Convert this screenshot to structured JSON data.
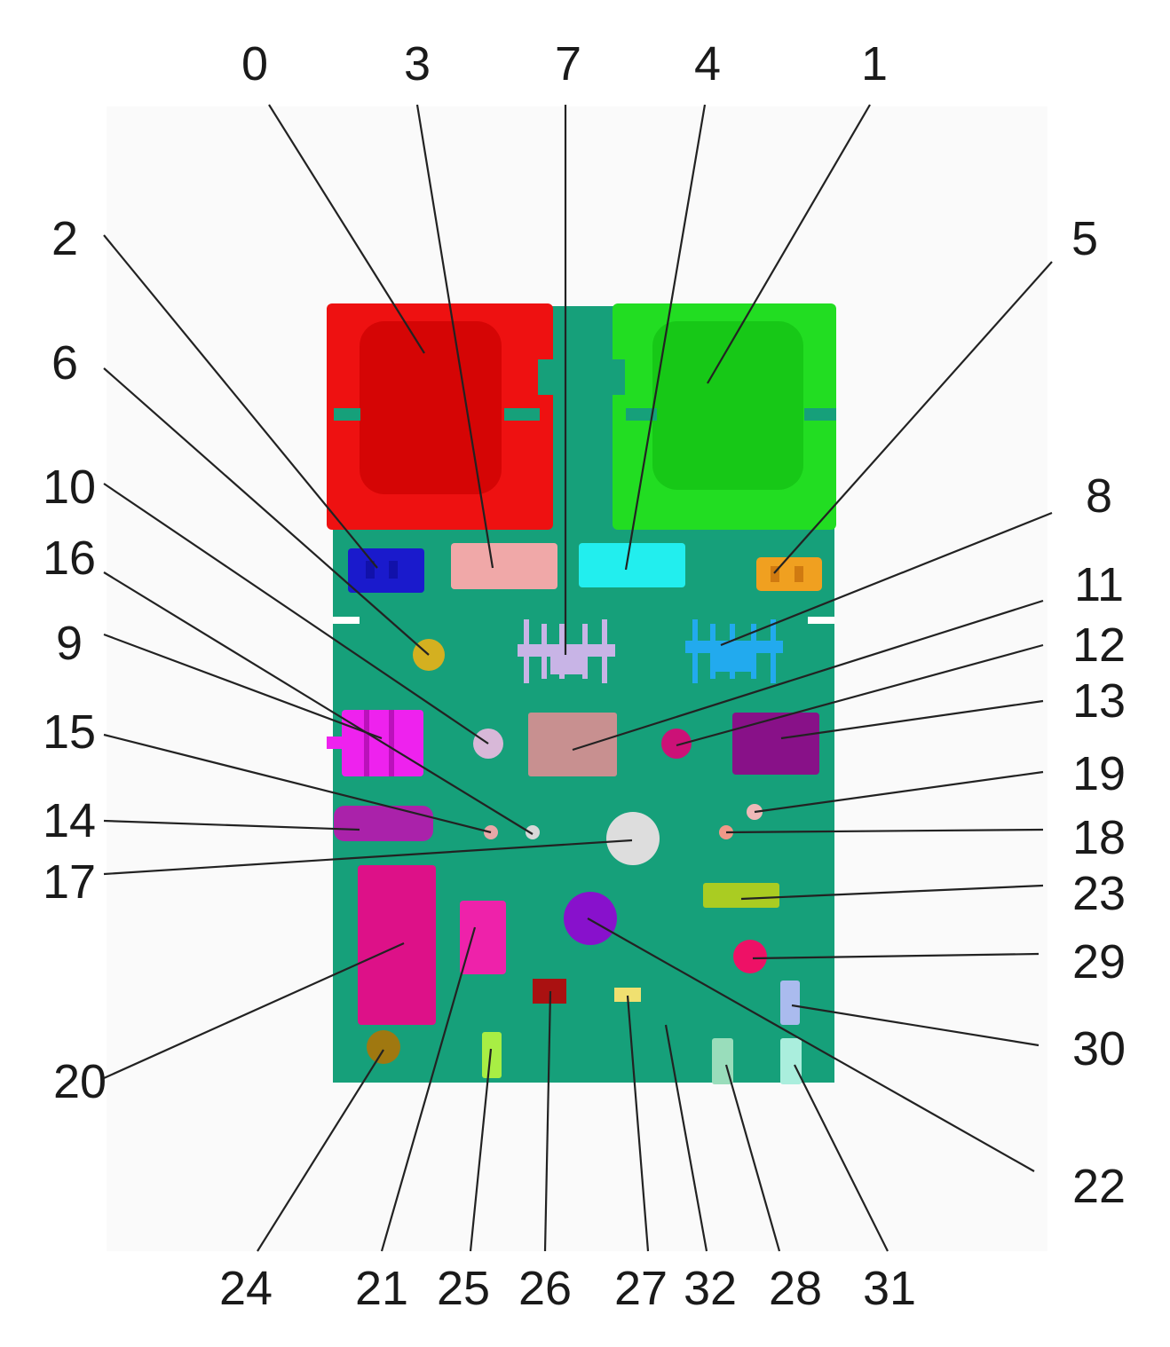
{
  "labels": {
    "c0": "0",
    "c1": "1",
    "c2": "2",
    "c3": "3",
    "c4": "4",
    "c5": "5",
    "c6": "6",
    "c7": "7",
    "c8": "8",
    "c9": "9",
    "c10": "10",
    "c11": "11",
    "c12": "12",
    "c13": "13",
    "c14": "14",
    "c15": "15",
    "c16": "16",
    "c17": "17",
    "c18": "18",
    "c19": "19",
    "c20": "20",
    "c21": "21",
    "c22": "22",
    "c23": "23",
    "c24": "24",
    "c25": "25",
    "c26": "26",
    "c27": "27",
    "c28": "28",
    "c29": "29",
    "c30": "30",
    "c31": "31",
    "c32": "32"
  },
  "colors": {
    "board": "#16a07a",
    "component_0": "#ee1111",
    "component_1": "#22dd22",
    "component_2": "#1a1acc",
    "component_3": "#f0a8a8",
    "component_4": "#22eeee",
    "component_5": "#f0a020",
    "component_6": "#d4b020",
    "component_7": "#c8b4e6",
    "component_8": "#22aaee",
    "component_9": "#d8d8d8",
    "component_10": "#d8b8d8",
    "component_11": "#c89090",
    "component_12": "#cc1177",
    "component_13": "#881188",
    "component_14": "#aa22aa",
    "component_15": "#e8a8a8",
    "component_16": "#ee22ee",
    "component_17": "#dddddd",
    "component_18": "#f09888",
    "component_19": "#f0b8b8",
    "component_20": "#dd1188",
    "component_21": "#ee22aa",
    "component_22": "#8811cc",
    "component_23": "#aacc22",
    "component_24": "#a07810",
    "component_25": "#a8ee44",
    "component_26": "#aa1111",
    "component_27": "#f0e070",
    "component_28": "#99ddbb",
    "component_29": "#ee1166",
    "component_30": "#aabbee",
    "component_31": "#aaeedd"
  }
}
